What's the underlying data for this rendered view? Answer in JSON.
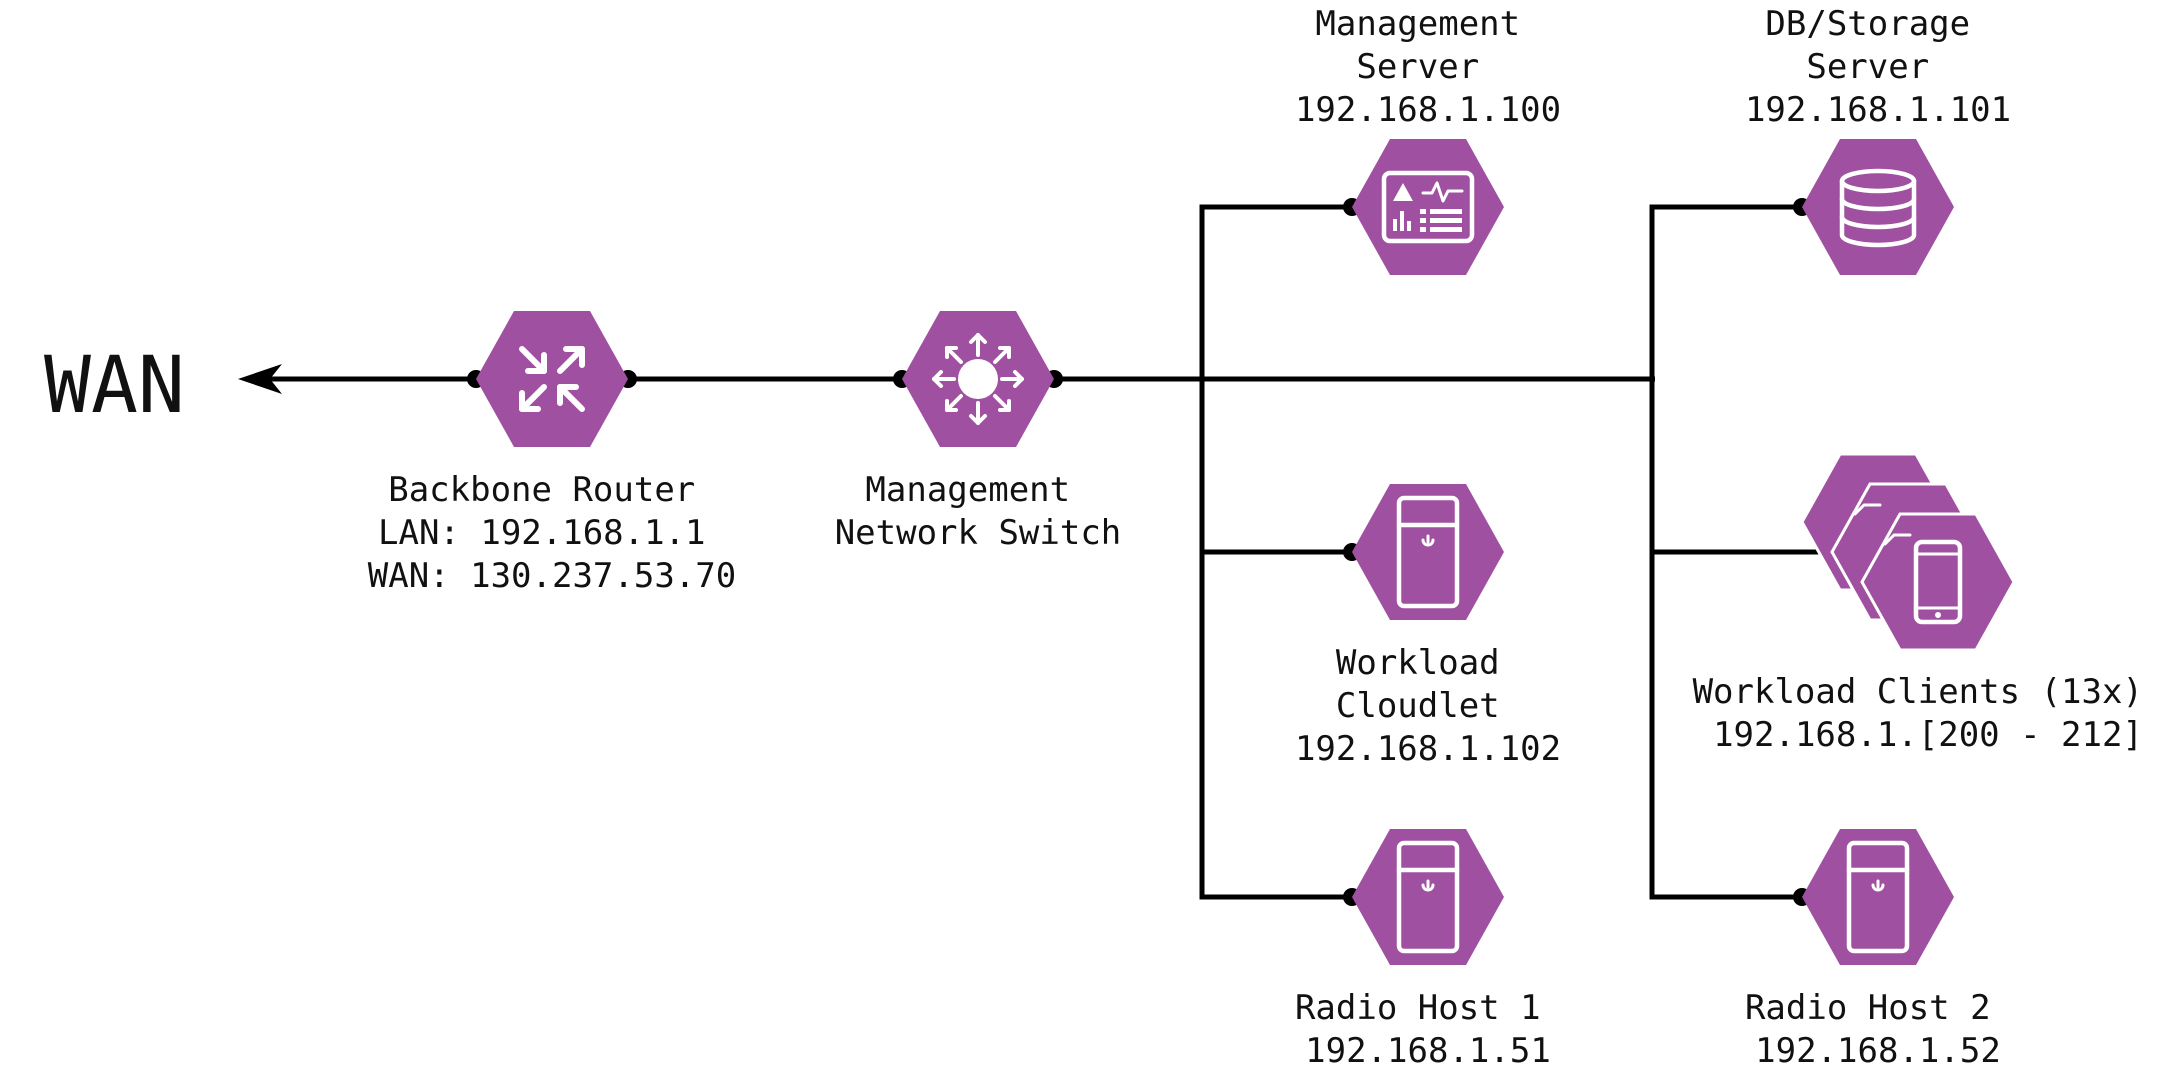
{
  "wan": {
    "label": "WAN"
  },
  "colors": {
    "node_fill": "#a050a0",
    "wire": "#000000",
    "text": "#111111",
    "background": "#ffffff"
  },
  "nodes": {
    "router": {
      "icon": "router-icon",
      "lines": [
        "Backbone Router",
        "LAN: 192.168.1.1",
        "WAN: 130.237.53.70"
      ]
    },
    "switch": {
      "icon": "switch-icon",
      "lines": [
        "Management",
        "Network Switch"
      ]
    },
    "mgmt_server": {
      "icon": "dashboard-icon",
      "lines": [
        "Management",
        "Server",
        "192.168.1.100"
      ]
    },
    "db_server": {
      "icon": "database-icon",
      "lines": [
        "DB/Storage",
        "Server",
        "192.168.1.101"
      ]
    },
    "cloudlet": {
      "icon": "server-tower-icon",
      "lines": [
        "Workload",
        "Cloudlet",
        "192.168.1.102"
      ]
    },
    "clients": {
      "icon": "mobile-phone-icon",
      "lines": [
        "Workload Clients (13x)",
        "192.168.1.[200 - 212]"
      ]
    },
    "radio1": {
      "icon": "server-tower-icon",
      "lines": [
        "Radio Host 1",
        "192.168.1.51"
      ]
    },
    "radio2": {
      "icon": "server-tower-icon",
      "lines": [
        "Radio Host 2",
        "192.168.1.52"
      ]
    }
  }
}
